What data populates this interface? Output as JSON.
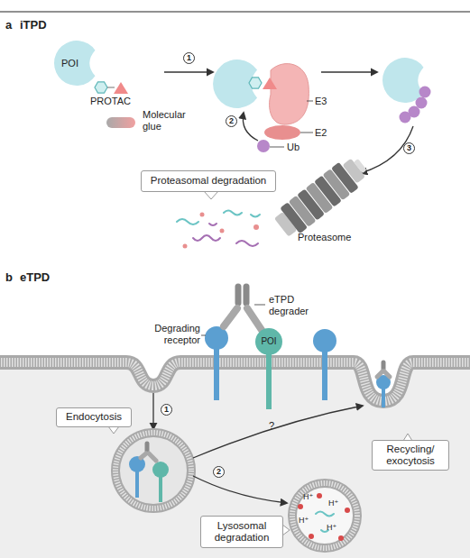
{
  "diagram": {
    "nodes": [
      {
        "text": [
          "POI"
        ]
      },
      {
        "text": [
          "Proteasomal degradation"
        ]
      },
      {
        "text": [
          "POI"
        ]
      },
      {
        "text": [
          "Endocytosis"
        ]
      },
      {
        "text": [
          "Lysosomal degradation"
        ]
      },
      {
        "text": [
          "Recycling/ exocytosis"
        ]
      }
    ],
    "labels": [
      "a",
      "iTPD",
      "PROTAC",
      "Molecular glue",
      "1",
      "E3",
      "E2",
      "2",
      "Ub",
      "3",
      "Proteasome",
      "b",
      "eTPD",
      "eTPD degrader",
      "Degrading receptor",
      "1",
      "?",
      "2",
      "H⁺",
      "H⁺",
      "H⁺",
      "H⁺"
    ]
  }
}
